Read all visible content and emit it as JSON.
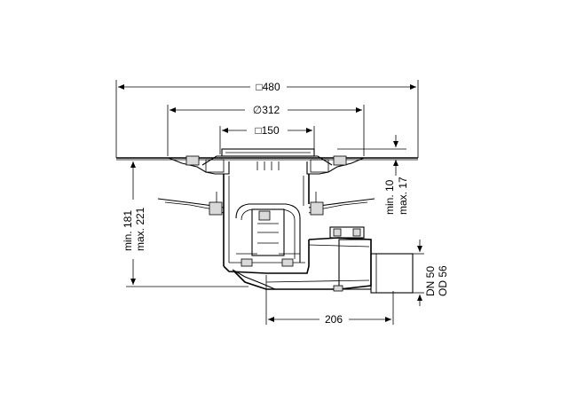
{
  "dimensions": {
    "top_width": "□480",
    "flange_diameter": "∅312",
    "grate_width": "□150",
    "height_min": "min. 181",
    "height_max": "max. 221",
    "adjust_min": "min. 10",
    "adjust_max": "max. 17",
    "outlet_length": "206",
    "outlet_dn": "DN 50",
    "outlet_od": "OD 56"
  }
}
